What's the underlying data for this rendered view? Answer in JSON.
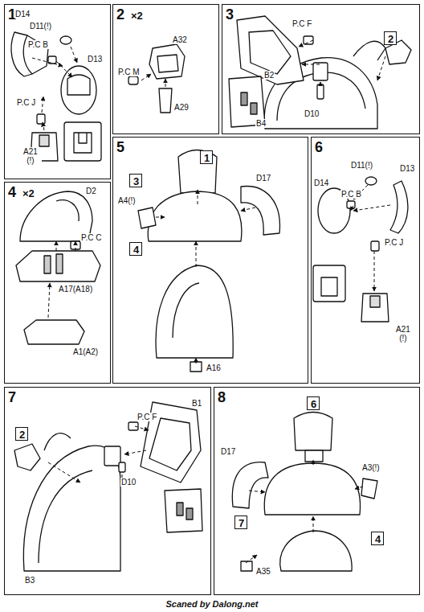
{
  "diagram": {
    "caption": "Scaned by Dalong.net",
    "nodes": [
      {
        "text": [
          "1"
        ]
      },
      {
        "text": [
          "2",
          "×2"
        ]
      },
      {
        "text": [
          "3"
        ]
      },
      {
        "text": [
          "2"
        ],
        "in": 2
      },
      {
        "text": [
          "4",
          "×2"
        ]
      },
      {
        "text": [
          "5"
        ]
      },
      {
        "text": [
          "1"
        ],
        "in": 5
      },
      {
        "text": [
          "3"
        ],
        "in": 5
      },
      {
        "text": [
          "4"
        ],
        "in": 5
      },
      {
        "text": [
          "6"
        ]
      },
      {
        "text": [
          "7"
        ]
      },
      {
        "text": [
          "2"
        ],
        "in": 10
      },
      {
        "text": [
          "8"
        ]
      },
      {
        "text": [
          "6"
        ],
        "in": 12
      },
      {
        "text": [
          "7"
        ],
        "in": 12
      },
      {
        "text": [
          "4"
        ],
        "in": 12
      }
    ],
    "labels": [
      "D14",
      "D11(!)",
      "P.C B",
      "D13",
      "P.C J",
      "A21 (!)",
      "P.C M",
      "A32",
      "A29",
      "P.C F",
      "B2",
      "D10",
      "B4",
      "D2",
      "P.C C",
      "A17(A18)",
      "A1(A2)",
      "D17",
      "A4(!)",
      "A16",
      "D14",
      "D11(!)",
      "D13",
      "P.C B",
      "P.C J",
      "A21 (!)",
      "P.C F",
      "B1",
      "D10",
      "B3",
      "D17",
      "A3(!)",
      "A35"
    ]
  }
}
